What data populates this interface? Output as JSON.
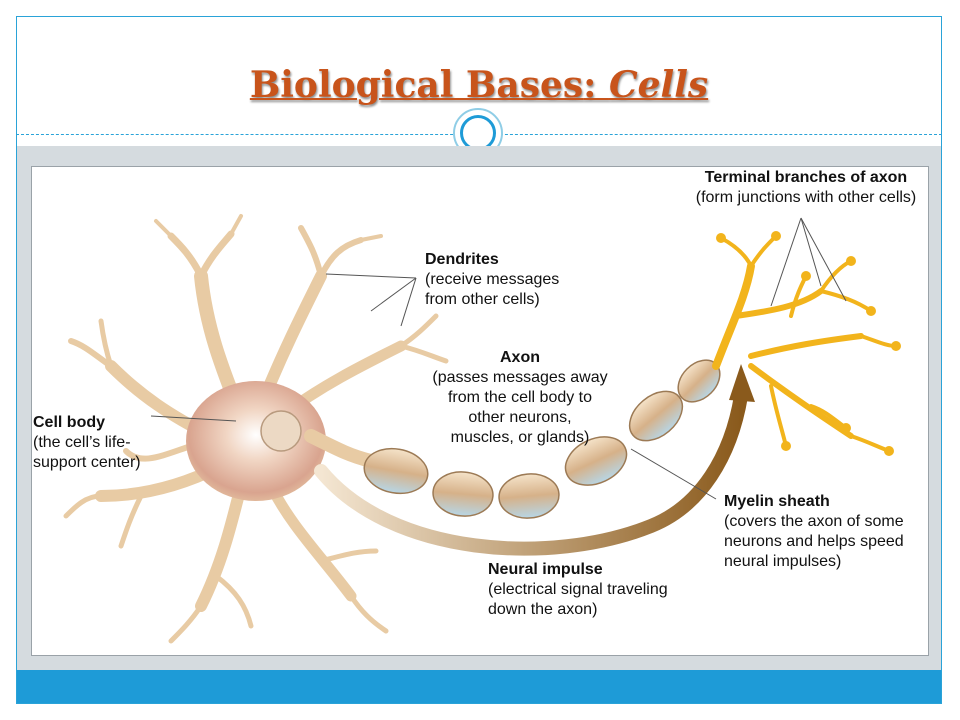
{
  "slide": {
    "title_part1": "Biological Bases",
    "title_colon": ": ",
    "title_part2": "Cells"
  },
  "colors": {
    "accent": "#1e9bd7",
    "title": "#c8541b",
    "dendrite": "#e8cba4",
    "axon_terminal": "#f2b41c",
    "myelin": "#d9b890"
  },
  "labels": {
    "dendrites": {
      "heading": "Dendrites",
      "desc": "(receive messages\nfrom other cells)"
    },
    "axon": {
      "heading": "Axon",
      "desc": "(passes messages away\nfrom the cell body to\nother neurons,\nmuscles, or glands)"
    },
    "cell_body": {
      "heading": "Cell body",
      "desc": "(the cell’s life-\nsupport center)"
    },
    "terminal_branches": {
      "heading": "Terminal branches of axon",
      "desc": "(form junctions with other cells)"
    },
    "myelin_sheath": {
      "heading": "Myelin sheath",
      "desc": "(covers the axon of some\nneurons and helps speed\nneural impulses)"
    },
    "neural_impulse": {
      "heading": "Neural impulse",
      "desc": "(electrical signal traveling\ndown the axon)"
    }
  }
}
